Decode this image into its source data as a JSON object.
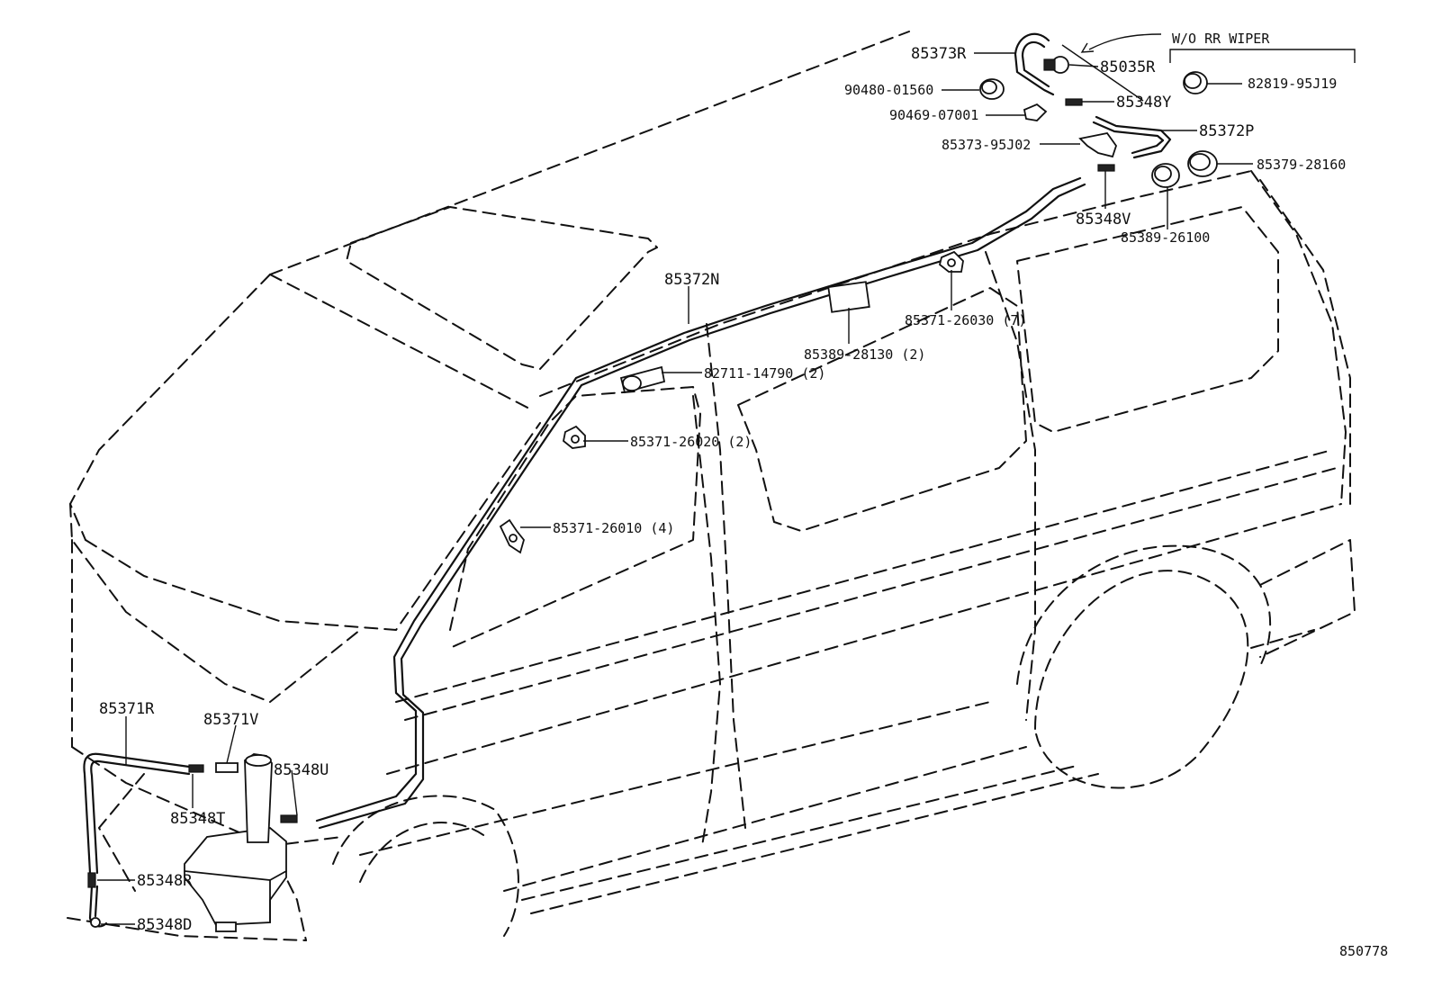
{
  "note_label": "W/O RR WIPER",
  "figure_number": "850778",
  "parts": {
    "p85373R": "85373R",
    "p85035R": "85035R",
    "p90480": "90480-01560",
    "p82819": "82819-95J19",
    "p85348Y": "85348Y",
    "p90469": "90469-07001",
    "p85372P": "85372P",
    "p85373_95J02": "85373-95J02",
    "p85379": "85379-28160",
    "p85348V": "85348V",
    "p85389_26100": "85389-26100",
    "p85372N": "85372N",
    "p85371_26030": "85371-26030 (7)",
    "p85389_28130": "85389-28130 (2)",
    "p82711": "82711-14790 (2)",
    "p85371_26020": "85371-26020 (2)",
    "p85371_26010": "85371-26010 (4)",
    "p85371R": "85371R",
    "p85371V": "85371V",
    "p85348U": "85348U",
    "p85348T": "85348T",
    "p85348R": "85348R",
    "p85348D": "85348D"
  }
}
